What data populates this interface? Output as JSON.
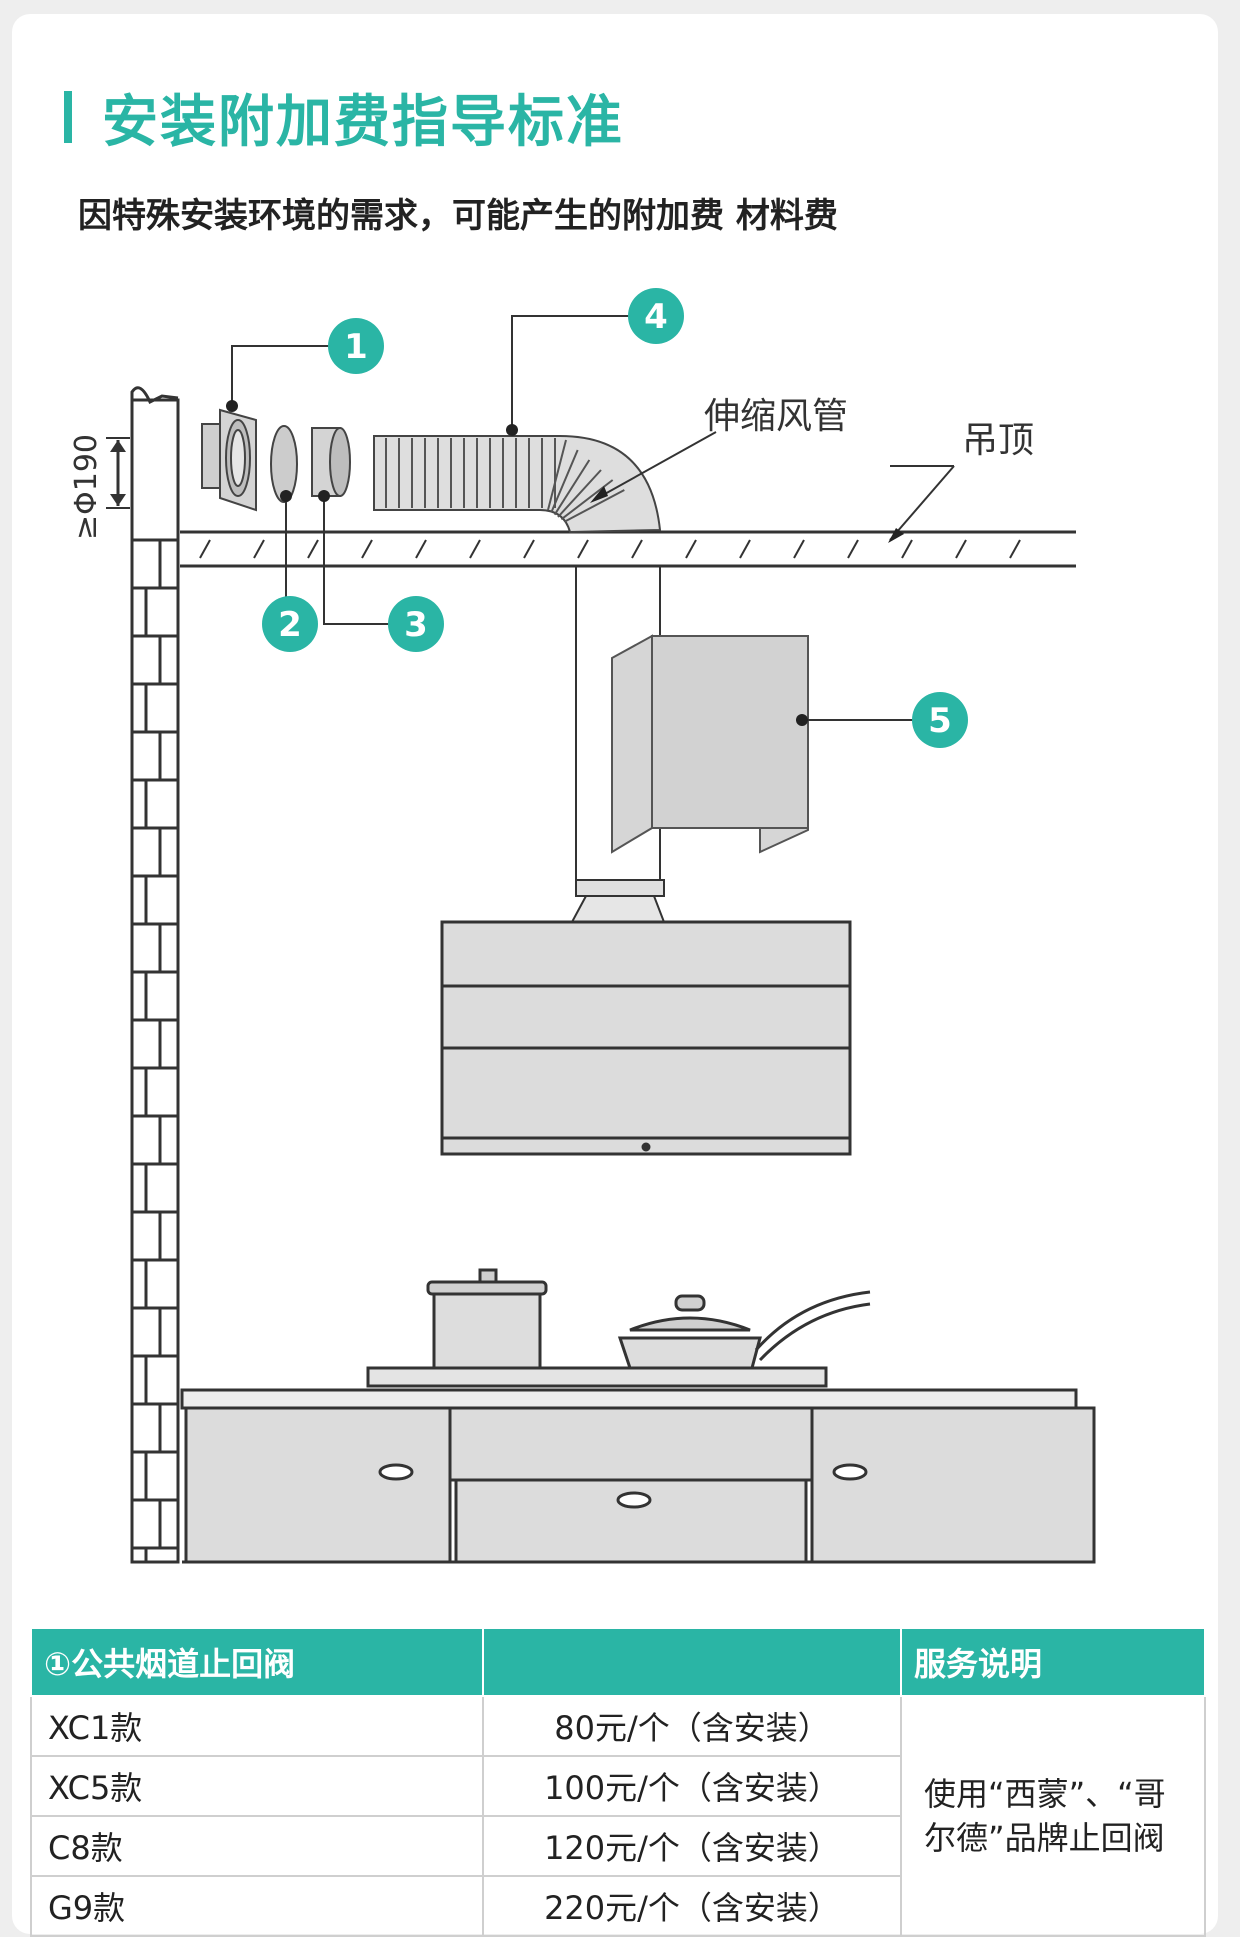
{
  "header": {
    "title": "安装附加费指导标准",
    "subtitle": "因特殊安装环境的需求，可能产生的附加费 材料费"
  },
  "diagram": {
    "labels": {
      "dim": "≥Φ190",
      "flex_duct": "伸缩风管",
      "ceiling": "吊顶"
    },
    "callouts": [
      "1",
      "2",
      "3",
      "4",
      "5"
    ]
  },
  "colors": {
    "accent": "#2ab5a5",
    "part_fill": "#d9d9d9",
    "line": "#333333"
  },
  "table": {
    "headers": [
      "①公共烟道止回阀",
      "",
      "服务说明"
    ],
    "rows": [
      {
        "model": "XC1款",
        "price": "80元/个（含安装）"
      },
      {
        "model": "XC5款",
        "price": "100元/个（含安装）"
      },
      {
        "model": "C8款",
        "price": "120元/个（含安装）"
      },
      {
        "model": "G9款",
        "price": "220元/个（含安装）"
      }
    ],
    "note": "使用“西蒙”、“哥尔德”品牌止回阀"
  }
}
